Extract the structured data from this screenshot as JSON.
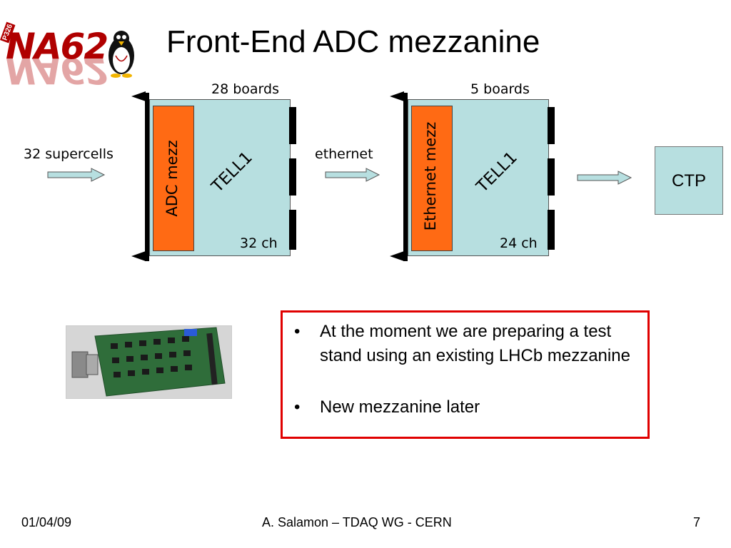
{
  "logo": {
    "text": "NA62",
    "badge": "P326"
  },
  "title": "Front-End ADC mezzanine",
  "diagram": {
    "input_label": "32 supercells",
    "board1": {
      "count_label": "28 boards",
      "mezz_label": "ADC mezz",
      "board_label": "TELL1",
      "channels_label": "32 ch"
    },
    "link_label": "ethernet",
    "board2": {
      "count_label": "5 boards",
      "mezz_label": "Ethernet mezz",
      "board_label": "TELL1",
      "channels_label": "24 ch"
    },
    "output_label": "CTP"
  },
  "bullets": [
    "At the moment we are preparing a test stand using an existing LHCb mezzanine",
    "New mezzanine later"
  ],
  "footer": {
    "date": "01/04/09",
    "center": "A. Salamon – TDAQ WG - CERN",
    "page": "7"
  },
  "colors": {
    "board": "#b7dfe0",
    "mezz": "#ff6a14",
    "frame": "#e00000",
    "logo": "#b00000"
  }
}
